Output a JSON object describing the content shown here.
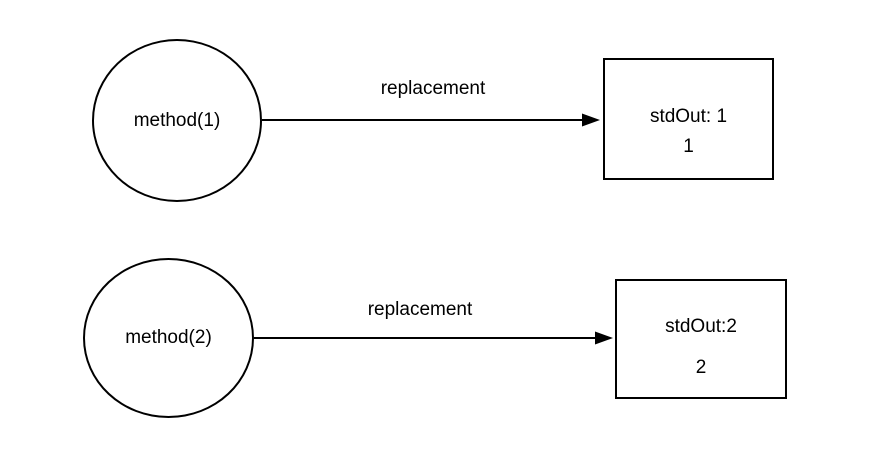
{
  "diagram": {
    "background": "#ffffff",
    "stroke": "#000000",
    "text_color": "#000000",
    "nodes": {
      "method1": {
        "shape": "ellipse",
        "label": "method(1)"
      },
      "method2": {
        "shape": "ellipse",
        "label": "method(2)"
      },
      "stdout1": {
        "shape": "rectangle",
        "line1": "stdOut: 1",
        "line2": "1"
      },
      "stdout2": {
        "shape": "rectangle",
        "line1": "stdOut:2",
        "line2": "2"
      }
    },
    "edges": {
      "edge1": {
        "from": "method1",
        "to": "stdout1",
        "label": "replacement",
        "arrowhead": "filled-triangle"
      },
      "edge2": {
        "from": "method2",
        "to": "stdout2",
        "label": "replacement",
        "arrowhead": "filled-triangle"
      }
    }
  }
}
